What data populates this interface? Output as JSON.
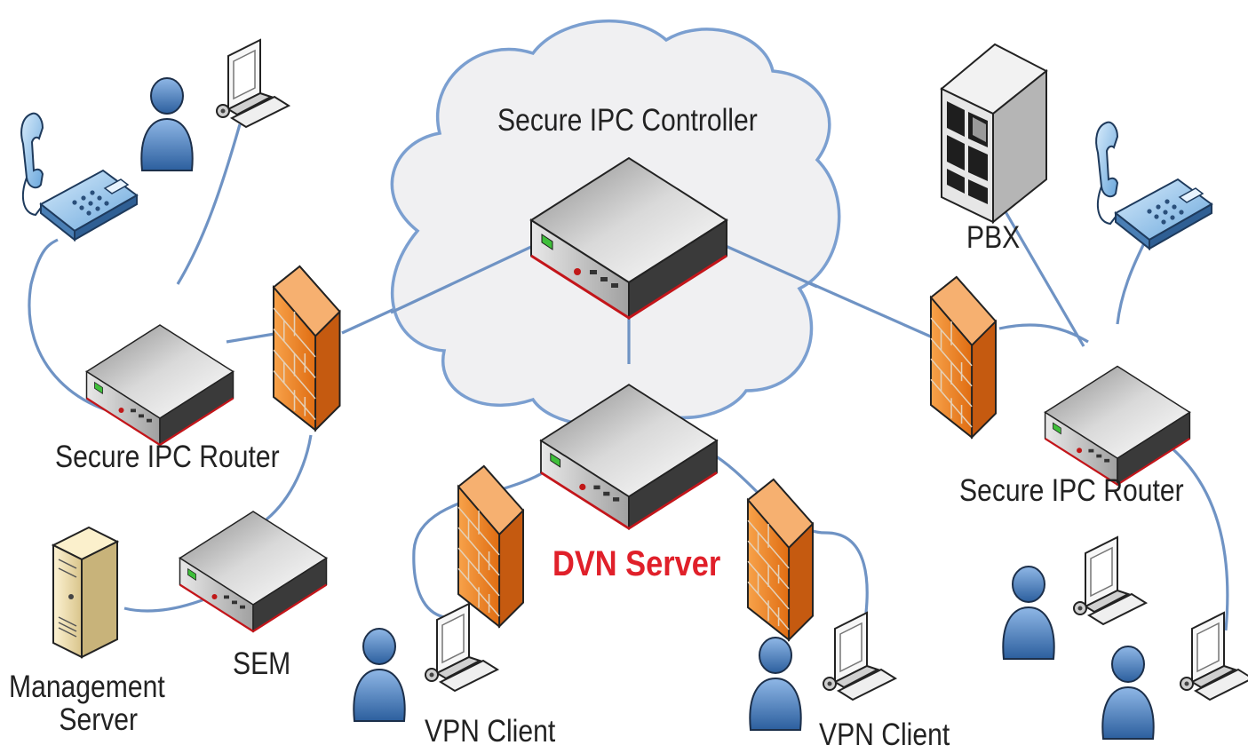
{
  "colors": {
    "link": "#6f93c4",
    "cloud_fill": "#f0f0f2",
    "cloud_stroke": "#7b9fd0",
    "accent_red": "#e0202a",
    "firewall": "#f08a2a",
    "person": "#5b8cc6"
  },
  "labels": {
    "cloud_title": "Secure IPC Controller",
    "pbx": "PBX",
    "router_left": "Secure IPC Router",
    "router_right": "Secure IPC Router",
    "dvn_server": "DVN Server",
    "sem": "SEM",
    "management_server_line1": "Management",
    "management_server_line2": "Server",
    "vpn_client_left": "VPN Client",
    "vpn_client_right": "VPN Client"
  },
  "icons": {
    "cloud": "cloud-icon",
    "router": "router-icon",
    "firewall": "firewall-icon",
    "pbx": "pbx-icon",
    "phone": "desk-phone-icon",
    "person": "user-icon",
    "workstation": "workstation-icon",
    "server": "tower-server-icon"
  }
}
